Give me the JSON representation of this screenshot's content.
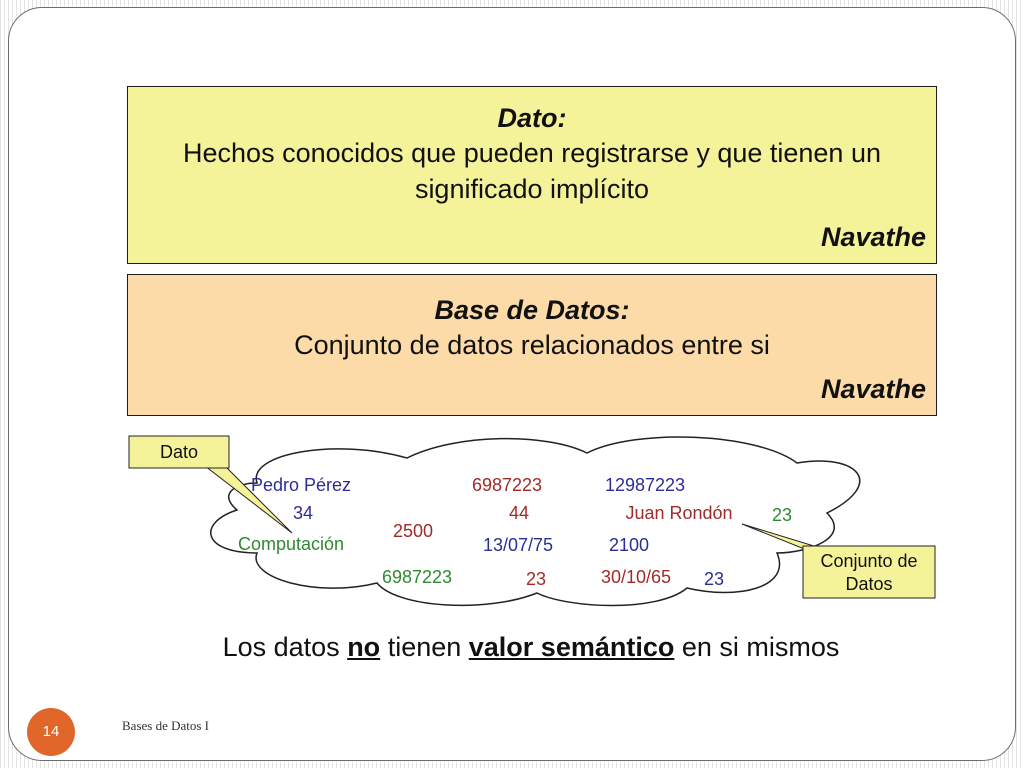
{
  "slide": {
    "page_number": "14",
    "footer": "Bases de Datos I",
    "accent_color": "#e0662a"
  },
  "definitions": [
    {
      "title": "Dato:",
      "text": "Hechos conocidos que pueden registrarse y que tienen un significado implícito",
      "author": "Navathe",
      "color": "#f5f39a"
    },
    {
      "title": "Base de Datos:",
      "text": "Conjunto de datos relacionados entre si",
      "author": "Navathe",
      "color": "#fcdba8"
    }
  ],
  "cloud": {
    "callout_dato": "Dato",
    "callout_conjunto_line1": "Conjunto de",
    "callout_conjunto_line2": "Datos",
    "words": [
      {
        "text": "Pedro Pérez",
        "color": "blue"
      },
      {
        "text": "6987223",
        "color": "red"
      },
      {
        "text": "12987223",
        "color": "blue"
      },
      {
        "text": "34",
        "color": "blue"
      },
      {
        "text": "44",
        "color": "red"
      },
      {
        "text": "Juan Rondón",
        "color": "red"
      },
      {
        "text": "23",
        "color": "green"
      },
      {
        "text": "2500",
        "color": "red"
      },
      {
        "text": "Computación",
        "color": "green"
      },
      {
        "text": "13/07/75",
        "color": "blue"
      },
      {
        "text": "2100",
        "color": "blue"
      },
      {
        "text": "6987223",
        "color": "green"
      },
      {
        "text": "23",
        "color": "red"
      },
      {
        "text": "30/10/65",
        "color": "red"
      },
      {
        "text": "23",
        "color": "blue"
      }
    ]
  },
  "conclusion": {
    "part1": "Los datos ",
    "emph1": "no",
    "part2": " tienen ",
    "emph2": "valor semántico",
    "part3": " en si mismos"
  }
}
